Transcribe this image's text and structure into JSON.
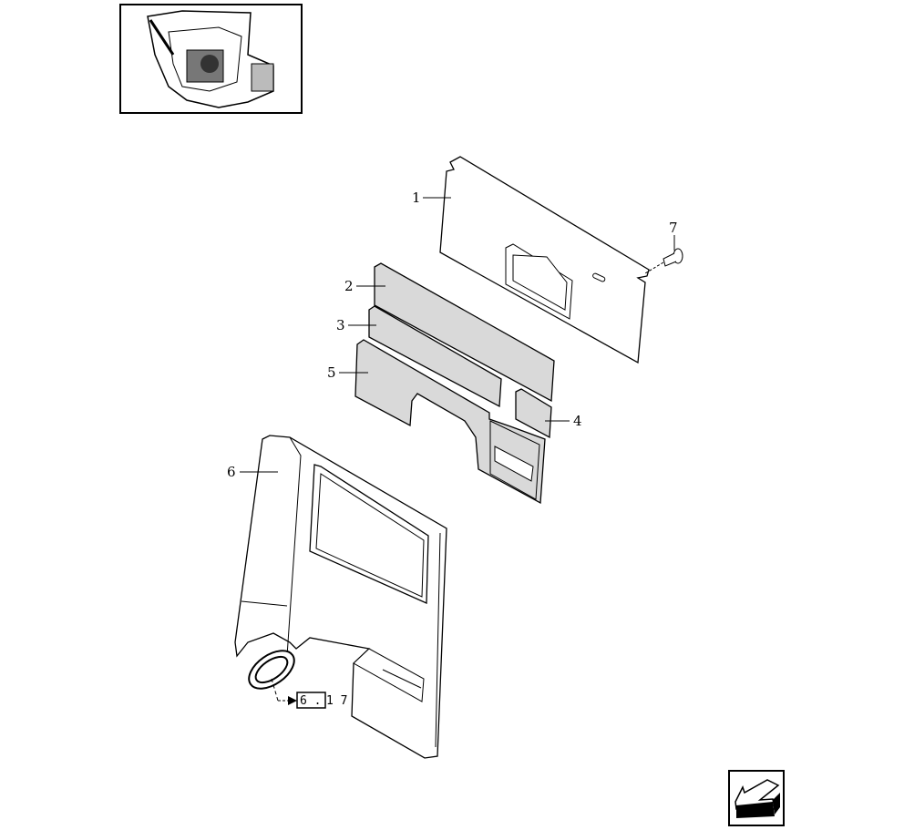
{
  "diagram": {
    "callouts": [
      "1",
      "2",
      "3",
      "4",
      "5",
      "6",
      "7"
    ],
    "reference": {
      "section": "6 .",
      "page": "1 7"
    },
    "colors": {
      "line": "#000000",
      "part_fill": "#d9d9d9",
      "background": "#ffffff"
    }
  },
  "icons": {
    "overview": "machine-overview-thumbnail",
    "nav": "return-arrow-icon"
  }
}
